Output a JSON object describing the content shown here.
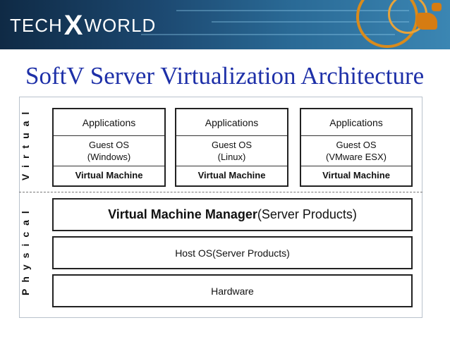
{
  "banner": {
    "logo_left": "TECH",
    "logo_mark": "X",
    "logo_right": "WORLD",
    "accent_color": "#d67c12"
  },
  "title": "SoftV Server Virtualization Architecture",
  "sections": {
    "virtual": "Virtual",
    "physical": "Physical"
  },
  "vms": [
    {
      "apps": "Applications",
      "os_line1": "Guest OS",
      "os_line2": "(Windows)",
      "label": "Virtual Machine"
    },
    {
      "apps": "Applications",
      "os_line1": "Guest OS",
      "os_line2": "(Linux)",
      "label": "Virtual Machine"
    },
    {
      "apps": "Applications",
      "os_line1": "Guest OS",
      "os_line2": "(VMware ESX)",
      "label": "Virtual Machine"
    }
  ],
  "layers": {
    "vmm_bold": "Virtual Machine Manager",
    "vmm_rest": "(Server Products)",
    "host_os": "Host OS(Server Products)",
    "hardware": "Hardware"
  },
  "colors": {
    "title": "#1e30a8",
    "banner_dark": "#0f2a45",
    "banner_light": "#3b86b3"
  }
}
